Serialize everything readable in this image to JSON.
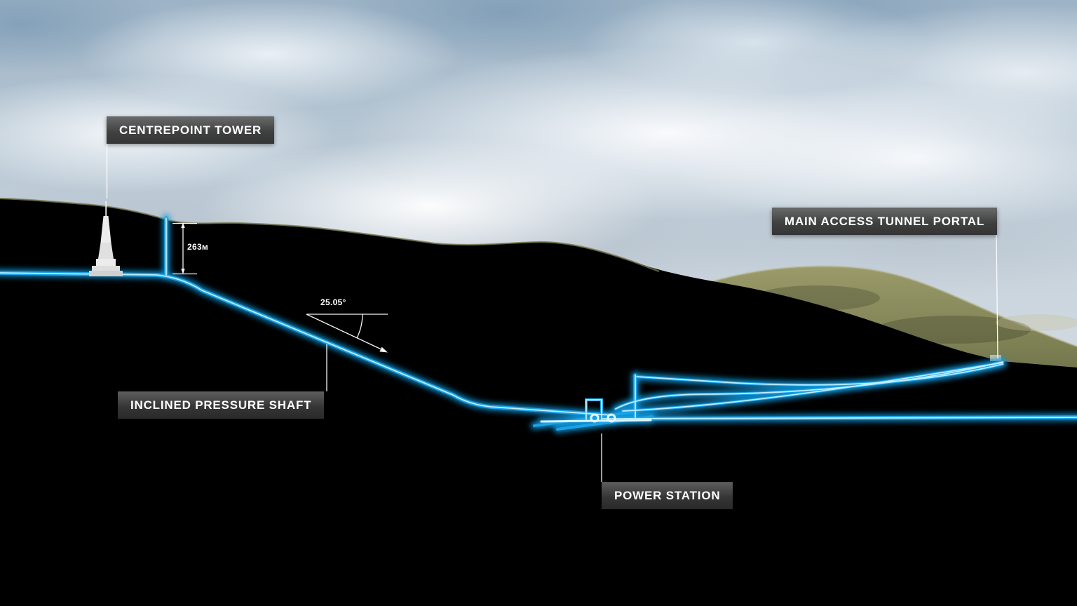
{
  "meta": {
    "description": "Cross-section diagram of a hydropower scheme with glowing tunnel layout"
  },
  "colors": {
    "tunnel_blue": "#1aa3e6",
    "tunnel_glow": "#0f9ae0",
    "tunnel_core": "#c2f0ff",
    "label_background": "#383838",
    "label_text": "#ffffff",
    "annotation_text": "#ffffff",
    "terrain": "#000000"
  },
  "labels": {
    "centrepoint_tower": "CENTREPOINT TOWER",
    "main_access_tunnel_portal": "MAIN ACCESS TUNNEL PORTAL",
    "inclined_pressure_shaft": "INCLINED PRESSURE SHAFT",
    "power_station": "POWER STATION"
  },
  "annotations": {
    "shaft_depth": "263м",
    "incline_angle": "25.05°"
  }
}
